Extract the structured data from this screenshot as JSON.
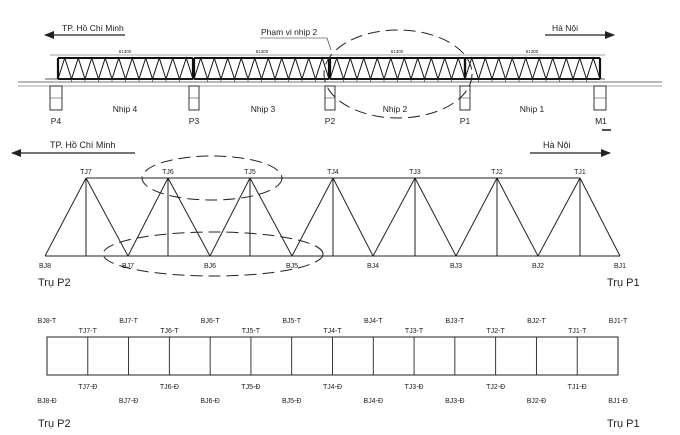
{
  "top": {
    "dir_left": "TP. Hồ Chí Minh",
    "dir_right": "Hà Nội",
    "scope_label": "Phạm vi nhịp 2",
    "span_dim": "61300",
    "spans": [
      "Nhịp 4",
      "Nhịp 3",
      "Nhịp 2",
      "Nhịp 1"
    ],
    "piers": [
      "P4",
      "P3",
      "P2",
      "P1",
      "M1"
    ]
  },
  "mid": {
    "dir_left": "TP. Hồ Chí Minh",
    "dir_right": "Hà Nội",
    "top_joints": [
      "TJ7",
      "TJ6",
      "TJ5",
      "TJ4",
      "TJ3",
      "TJ2",
      "TJ1"
    ],
    "bottom_joints": [
      "BJ8",
      "BJ7",
      "BJ6",
      "BJ5",
      "BJ4",
      "BJ3",
      "BJ2",
      "BJ1"
    ],
    "pier_left": "Trụ P2",
    "pier_right": "Trụ P1"
  },
  "bottom": {
    "bj_top": [
      "BJ8-T",
      "BJ7-T",
      "BJ6-T",
      "BJ5-T",
      "BJ4-T",
      "BJ3-T",
      "BJ2-T",
      "BJ1-T"
    ],
    "tj_top": [
      "TJ7-T",
      "TJ6-T",
      "TJ5-T",
      "TJ4-T",
      "TJ3-T",
      "TJ2-T",
      "TJ1-T"
    ],
    "tj_bot": [
      "TJ7-Đ",
      "TJ6-Đ",
      "TJ5-Đ",
      "TJ4-Đ",
      "TJ3-Đ",
      "TJ2-Đ",
      "TJ1-Đ"
    ],
    "bj_bot": [
      "BJ8-Đ",
      "BJ7-Đ",
      "BJ6-Đ",
      "BJ5-Đ",
      "BJ4-Đ",
      "BJ3-Đ",
      "BJ2-Đ",
      "BJ1-Đ"
    ],
    "pier_left": "Trụ P2",
    "pier_right": "Trụ P1"
  }
}
